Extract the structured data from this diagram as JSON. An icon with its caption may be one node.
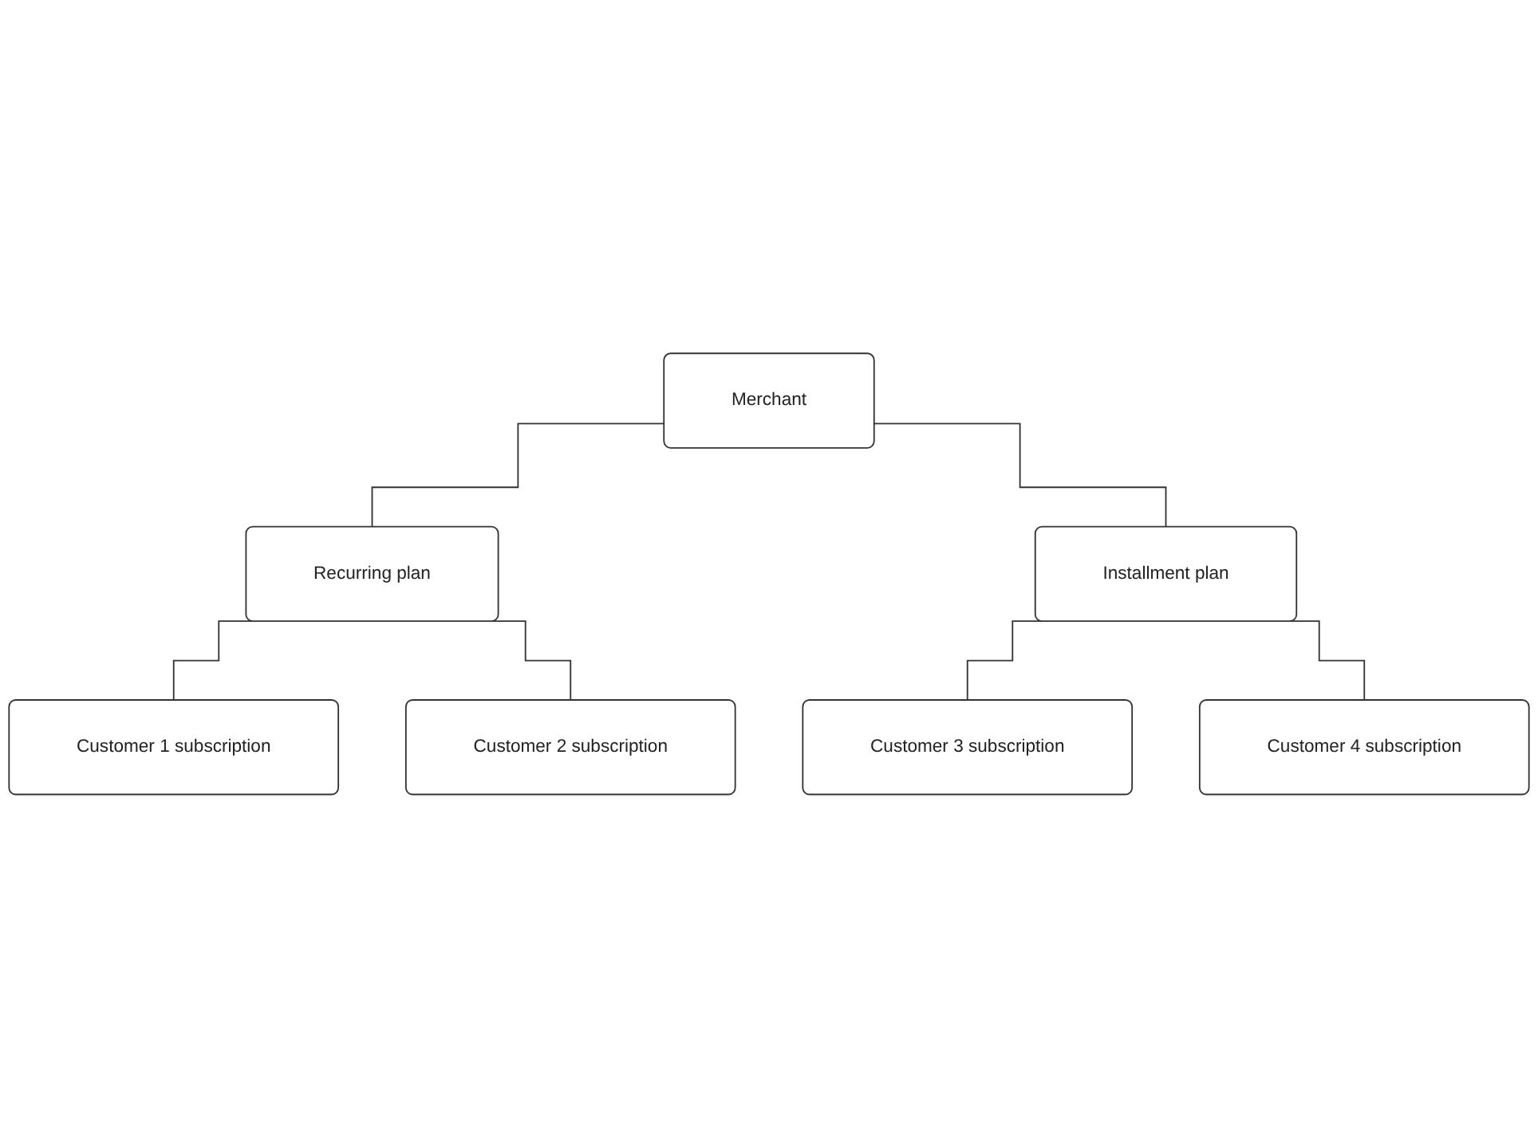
{
  "diagram": {
    "nodes": [
      {
        "text": [
          "Merchant"
        ]
      },
      {
        "text": [
          "Recurring plan"
        ]
      },
      {
        "text": [
          "Installment plan"
        ]
      },
      {
        "text": [
          "Customer 1 subscription"
        ]
      },
      {
        "text": [
          "Customer 2 subscription"
        ]
      },
      {
        "text": [
          "Customer 3 subscription"
        ]
      },
      {
        "text": [
          "Customer 4 subscription"
        ]
      }
    ],
    "edges": [
      {
        "from": 0,
        "to": 1,
        "arrow": "none"
      },
      {
        "from": 0,
        "to": 2,
        "arrow": "none"
      },
      {
        "from": 1,
        "to": 3,
        "arrow": "none"
      },
      {
        "from": 1,
        "to": 4,
        "arrow": "none"
      },
      {
        "from": 2,
        "to": 5,
        "arrow": "none"
      },
      {
        "from": 2,
        "to": 6,
        "arrow": "none"
      }
    ]
  }
}
